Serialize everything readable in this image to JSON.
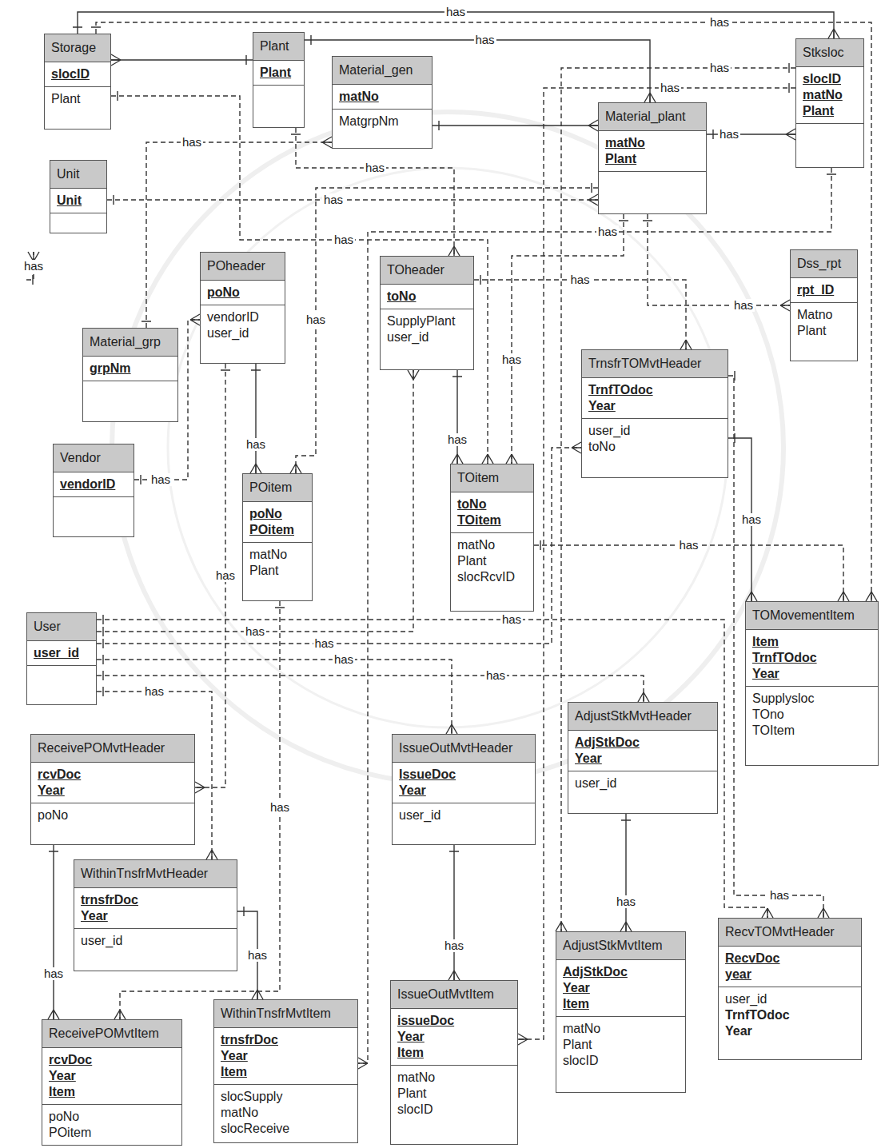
{
  "diagram": {
    "nodes": [
      {
        "text": [
          "Storage",
          "slocID",
          "Plant"
        ]
      },
      {
        "text": [
          "Plant",
          "Plant"
        ]
      },
      {
        "text": [
          "Material_gen",
          "matNo",
          "MatgrpNm"
        ]
      },
      {
        "text": [
          "Stksloc",
          "slocID",
          "matNo",
          "Plant"
        ]
      },
      {
        "text": [
          "Unit",
          "Unit"
        ]
      },
      {
        "text": [
          "Material_plant",
          "matNo",
          "Plant"
        ]
      },
      {
        "text": [
          "POheader",
          "poNo",
          "vendorID",
          "user_id"
        ]
      },
      {
        "text": [
          "TOheader",
          "toNo",
          "SupplyPlant",
          "user_id"
        ]
      },
      {
        "text": [
          "Dss_rpt",
          "rpt_ID",
          "Matno",
          "Plant"
        ]
      },
      {
        "text": [
          "Material_grp",
          "grpNm"
        ]
      },
      {
        "text": [
          "TrnsfrTOMvtHeader",
          "TrnfTOdoc",
          "Year",
          "user_id",
          "toNo"
        ]
      },
      {
        "text": [
          "Vendor",
          "vendorID"
        ]
      },
      {
        "text": [
          "POitem",
          "poNo",
          "POitem",
          "matNo",
          "Plant"
        ]
      },
      {
        "text": [
          "TOitem",
          "toNo",
          "TOitem",
          "matNo",
          "Plant",
          "slocRcvID"
        ]
      },
      {
        "text": [
          "User",
          "user_id"
        ]
      },
      {
        "text": [
          "TOMovementItem",
          "Item",
          "TrnfTOdoc",
          "Year",
          "Supplysloc",
          "TOno",
          "TOItem"
        ]
      },
      {
        "text": [
          "ReceivePOMvtHeader",
          "rcvDoc",
          "Year",
          "poNo"
        ]
      },
      {
        "text": [
          "IssueOutMvtHeader",
          "IssueDoc",
          "Year",
          "user_id"
        ]
      },
      {
        "text": [
          "AdjustStkMvtHeader",
          "AdjStkDoc",
          "Year",
          "user_id"
        ]
      },
      {
        "text": [
          "WithinTnsfrMvtHeader",
          "trnsfrDoc",
          "Year",
          "user_id"
        ]
      },
      {
        "text": [
          "AdjustStkMvtItem",
          "AdjStkDoc",
          "Year",
          "Item",
          "matNo",
          "Plant",
          "slocID"
        ]
      },
      {
        "text": [
          "RecvTOMvtHeader",
          "RecvDoc",
          "year",
          "user_id",
          "TrnfTOdoc",
          "Year"
        ]
      },
      {
        "text": [
          "IssueOutMvtItem",
          "issueDoc",
          "Year",
          "Item",
          "matNo",
          "Plant",
          "slocID"
        ]
      },
      {
        "text": [
          "WithinTnsfrMvtItem",
          "trnsfrDoc",
          "Year",
          "Item",
          "slocSupply",
          "matNo",
          "slocReceive"
        ]
      },
      {
        "text": [
          "ReceivePOMvtItem",
          "rcvDoc",
          "Year",
          "Item",
          "poNo",
          "POitem"
        ]
      }
    ],
    "edges": [
      {
        "from": 1,
        "to": 0,
        "arrow": "to"
      },
      {
        "from": 0,
        "to": 3,
        "label": "has",
        "arrow": "to"
      },
      {
        "from": 1,
        "to": 5,
        "label": "has",
        "arrow": "to"
      },
      {
        "from": 2,
        "to": 5,
        "arrow": "to"
      },
      {
        "from": 5,
        "to": 3,
        "label": "has",
        "arrow": "to"
      },
      {
        "from": 9,
        "to": 2,
        "label": "has",
        "arrow": "to"
      },
      {
        "from": 4,
        "to": 5,
        "label": "has",
        "arrow": "to"
      },
      {
        "from": 1,
        "to": 7,
        "label": "has",
        "arrow": "to"
      },
      {
        "from": 11,
        "to": 6,
        "label": "has",
        "arrow": "to"
      },
      {
        "from": 14,
        "to": 6,
        "label": "has",
        "arrow": "to"
      },
      {
        "from": 6,
        "to": 12,
        "label": "has",
        "arrow": "to"
      },
      {
        "from": 7,
        "to": 13,
        "label": "has",
        "arrow": "to"
      },
      {
        "from": 7,
        "to": 10,
        "label": "has",
        "arrow": "to"
      },
      {
        "from": 10,
        "to": 15,
        "label": "has",
        "arrow": "to"
      },
      {
        "from": 13,
        "to": 15,
        "label": "has",
        "arrow": "to"
      },
      {
        "from": 10,
        "to": 21,
        "label": "has",
        "arrow": "to"
      },
      {
        "from": 14,
        "to": 7,
        "label": "has",
        "arrow": "to"
      },
      {
        "from": 14,
        "to": 10,
        "label": "has",
        "arrow": "to"
      },
      {
        "from": 14,
        "to": 17,
        "label": "has",
        "arrow": "to"
      },
      {
        "from": 14,
        "to": 18,
        "label": "has",
        "arrow": "to"
      },
      {
        "from": 14,
        "to": 19,
        "label": "has",
        "arrow": "to"
      },
      {
        "from": 6,
        "to": 16,
        "label": "has",
        "arrow": "to"
      },
      {
        "from": 14,
        "to": 21,
        "label": "has",
        "arrow": "to"
      },
      {
        "from": 16,
        "to": 24,
        "label": "has",
        "arrow": "to"
      },
      {
        "from": 19,
        "to": 23,
        "label": "has",
        "arrow": "to"
      },
      {
        "from": 17,
        "to": 22,
        "label": "has",
        "arrow": "to"
      },
      {
        "from": 18,
        "to": 20,
        "label": "has",
        "arrow": "to"
      },
      {
        "from": 12,
        "to": 24,
        "label": "has",
        "arrow": "to"
      },
      {
        "from": 3,
        "to": 20,
        "label": "has",
        "arrow": "to"
      },
      {
        "from": 3,
        "to": 22,
        "label": "has",
        "arrow": "to"
      },
      {
        "from": 3,
        "to": 23,
        "label": "has",
        "arrow": "to"
      },
      {
        "from": 0,
        "to": 13,
        "label": "has",
        "arrow": "to"
      },
      {
        "from": 0,
        "to": 15,
        "label": "has",
        "arrow": "to"
      },
      {
        "from": 5,
        "to": 12,
        "label": "has",
        "arrow": "to"
      },
      {
        "from": 5,
        "to": 13,
        "label": "has",
        "arrow": "to"
      },
      {
        "from": 5,
        "to": 8,
        "label": "has",
        "arrow": "to"
      }
    ]
  }
}
